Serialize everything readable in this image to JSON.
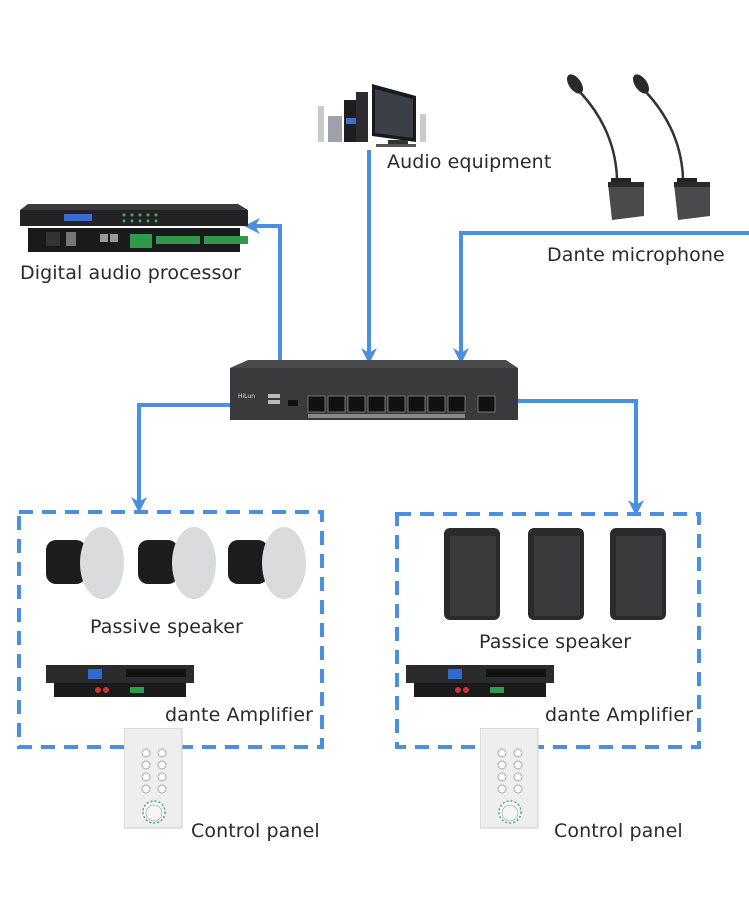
{
  "colors": {
    "link": "#4a8fe0",
    "device_dark": "#2e2e30",
    "device_mid": "#4a4a4d",
    "speaker_face": "#d9dbdd",
    "panel_white": "#eeeeee",
    "terminal_green": "#2f9a4a"
  },
  "nodes": {
    "audio_equipment": {
      "label": "Audio equipment",
      "icon": "desktop-computer-with-speakers-icon"
    },
    "dante_microphone": {
      "label": "Dante microphone",
      "icon": "gooseneck-microphone-icon",
      "count": 2
    },
    "digital_audio_processor": {
      "label": "Digital audio processor",
      "icon": "rack-processor-icon"
    },
    "network_switch": {
      "label": "",
      "icon": "network-switch-icon",
      "ports": 8,
      "uplink_ports": 1,
      "brand": "HiLun"
    }
  },
  "zones": [
    {
      "speaker_label": "Passive speaker",
      "speaker_type": "ceiling-speaker",
      "speaker_count": 3,
      "amplifier_label": "dante Amplifier",
      "control_label": "Control panel",
      "control_buttons": 8
    },
    {
      "speaker_label": "Passice speaker",
      "speaker_type": "box-speaker",
      "speaker_count": 3,
      "amplifier_label": "dante Amplifier",
      "control_label": "Control panel",
      "control_buttons": 8
    }
  ]
}
